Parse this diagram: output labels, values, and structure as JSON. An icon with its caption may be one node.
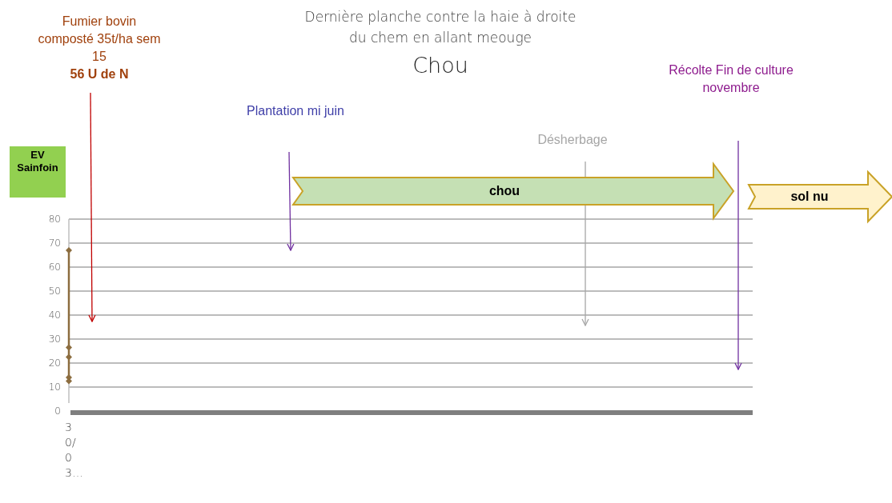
{
  "diagram": {
    "title": "Dernière planche contre la haie à droite du chem en allant meouge",
    "nodes": [
      {
        "text": [
          "Fumier bovin composté 35t/ha sem 15",
          "56 U de N"
        ]
      },
      {
        "text": [
          "Plantation mi juin"
        ]
      },
      {
        "text": [
          "Désherbage"
        ]
      },
      {
        "text": [
          "Récolte Fin de culture novembre"
        ]
      },
      {
        "text": [
          "EV Sainfoin"
        ]
      },
      {
        "text": [
          "chou"
        ]
      },
      {
        "text": [
          "sol nu"
        ]
      }
    ],
    "edges": [
      {
        "from": 0,
        "to": null,
        "arrow": "to",
        "color": "#c00000"
      },
      {
        "from": 1,
        "to": null,
        "arrow": "to"
      },
      {
        "from": 2,
        "to": null,
        "arrow": "to",
        "color": "#a6a6a6"
      },
      {
        "from": 3,
        "to": null,
        "arrow": "to"
      }
    ],
    "labels": [
      "Chou",
      "80",
      "70",
      "60",
      "50",
      "40",
      "30",
      "20",
      "10",
      "0",
      "30/03…"
    ]
  }
}
